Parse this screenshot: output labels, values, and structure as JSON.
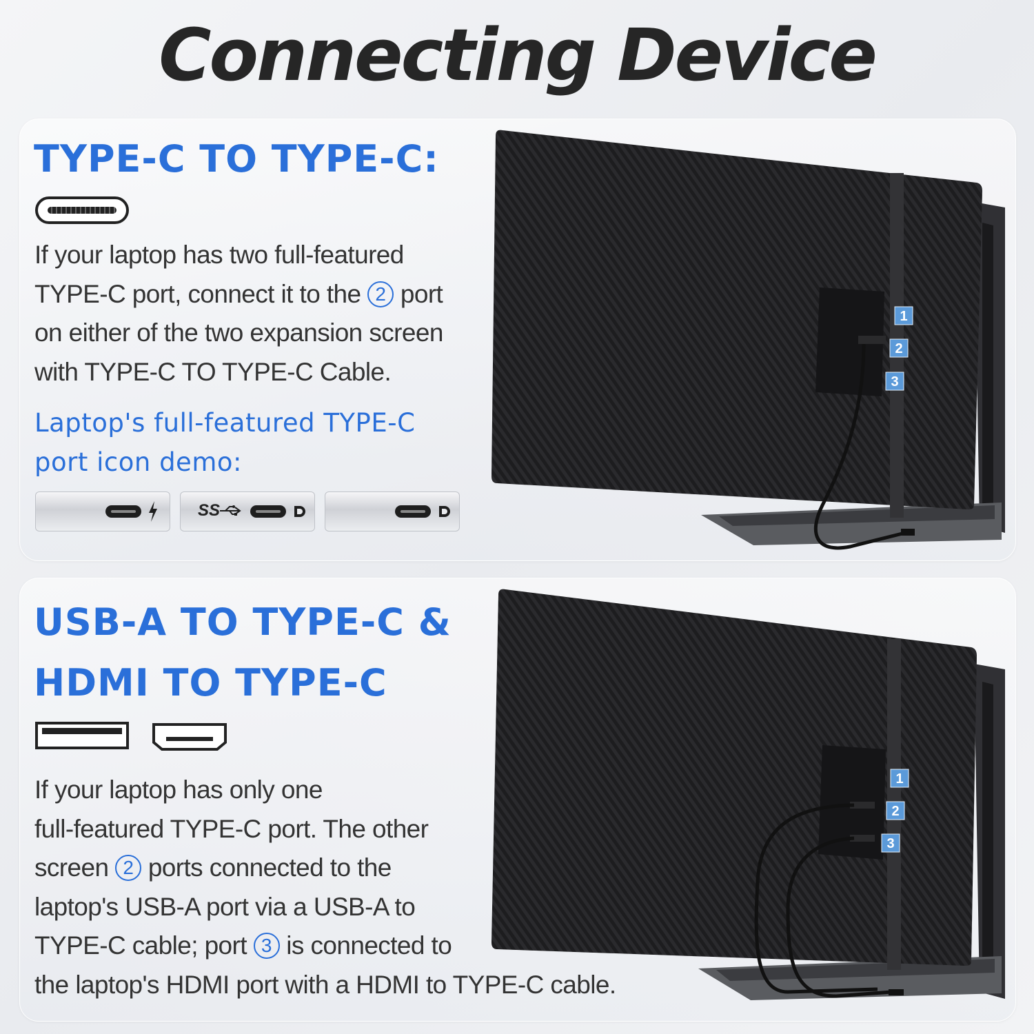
{
  "page_title": "Connecting Device",
  "accent_color": "#2a6fd9",
  "sections": [
    {
      "heading": "TYPE-C TO TYPE-C:",
      "icons": [
        "type-c-port-icon"
      ],
      "body": {
        "line1": "If your laptop has two full-featured",
        "line2_a": "TYPE-C port, connect it to the ",
        "marker": "2",
        "line2_b": " port",
        "line3": "on either of the two expansion screen",
        "line4": "with TYPE-C TO TYPE-C Cable."
      },
      "demo_heading": "Laptop's full-featured TYPE-C\nport icon demo:",
      "demo_ports": [
        {
          "icons": [
            "type-c-port-icon",
            "thunderbolt-icon"
          ],
          "label": ""
        },
        {
          "icons": [
            "superspeed-usb-icon",
            "type-c-port-icon",
            "displayport-icon"
          ],
          "label": "SS"
        },
        {
          "icons": [
            "type-c-port-icon",
            "displayport-icon"
          ],
          "label": ""
        }
      ],
      "device_badges": [
        "1",
        "2",
        "3"
      ]
    },
    {
      "heading_line1": "USB-A TO TYPE-C &",
      "heading_line2": "HDMI TO TYPE-C",
      "icons": [
        "usb-a-port-icon",
        "hdmi-port-icon"
      ],
      "body": {
        "line1": "If your laptop has only one",
        "line2": "full-featured TYPE-C port. The other",
        "line3_a": "screen ",
        "marker_a": "2",
        "line3_b": " ports connected to the",
        "line4": "laptop's USB-A port via a USB-A to",
        "line5_a": "TYPE-C cable; port ",
        "marker_b": "3",
        "line5_b": " is connected to",
        "line6": "the laptop's HDMI port with a HDMI to TYPE-C cable."
      },
      "device_badges": [
        "1",
        "2",
        "3"
      ]
    }
  ]
}
